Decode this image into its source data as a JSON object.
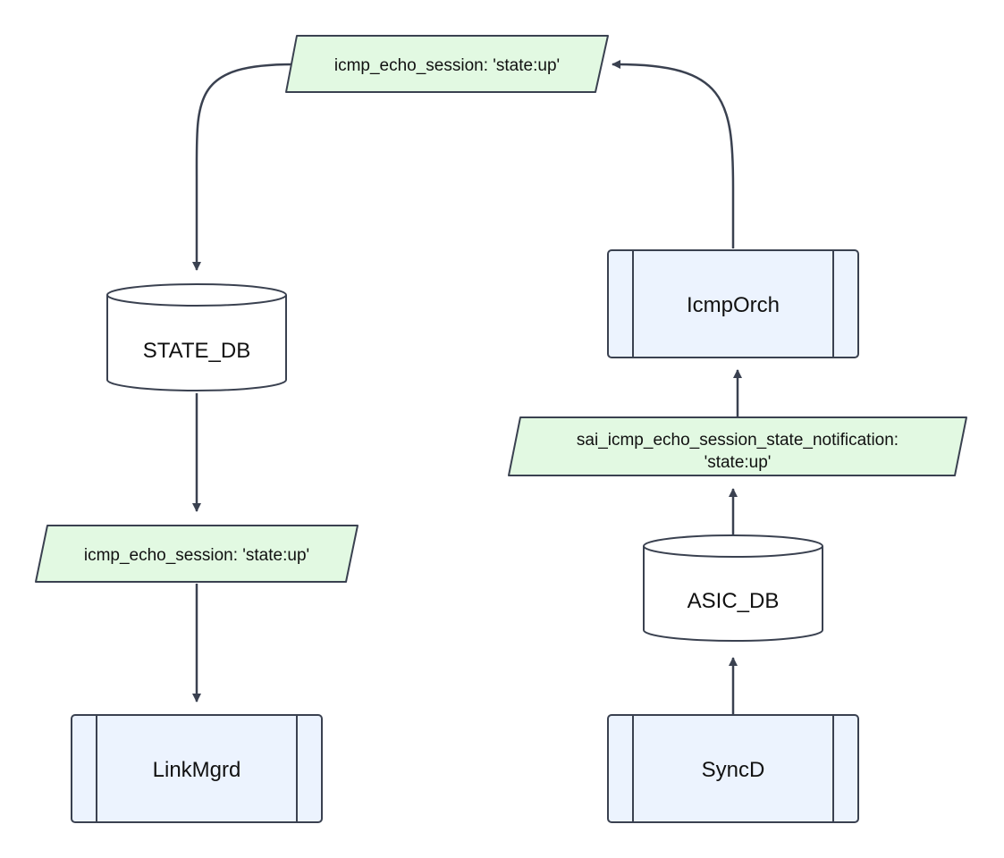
{
  "nodes": {
    "top_data": "icmp_echo_session: 'state:up'",
    "state_db": "STATE_DB",
    "left_data": "icmp_echo_session: 'state:up'",
    "linkmgrd": "LinkMgrd",
    "icmporch": "IcmpOrch",
    "notification_line1": "sai_icmp_echo_session_state_notification:",
    "notification_line2": "'state:up'",
    "asic_db": "ASIC_DB",
    "syncd": "SyncD"
  },
  "colors": {
    "process_fill": "#ECF3FE",
    "data_fill": "#E2F9E2",
    "stroke": "#3A4150",
    "background": "#FFFFFF"
  }
}
